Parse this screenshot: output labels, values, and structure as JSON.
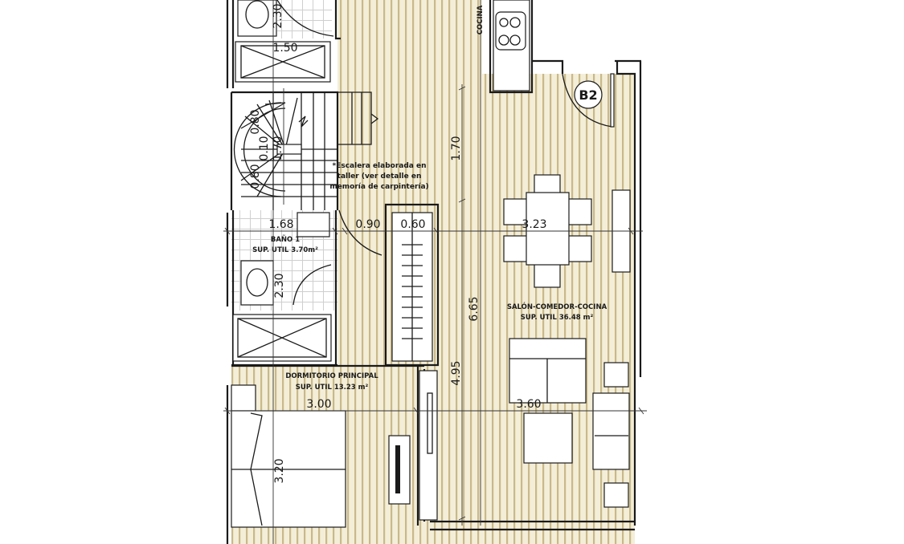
{
  "plan": {
    "unit_tag": "B2",
    "rooms": {
      "living": {
        "name": "SALÓN-COMEDOR-COCINA",
        "area": "SUP. UTIL 36.48 m²"
      },
      "bedroom": {
        "name": "DORMITORIO PRINCIPAL",
        "area": "SUP. UTIL 13.23 m²"
      },
      "bath": {
        "name": "BAÑO 1",
        "area": "SUP. UTIL 3.70m²"
      },
      "kitchen": {
        "name": "COCINA"
      }
    },
    "stair_note": [
      "*Escalera elaborada en",
      "taller (ver detalle en",
      "memoría de carpintería)"
    ],
    "dimensions": {
      "upper_bath_height": "2.30",
      "upper_bath_width": "1.50",
      "stair_a": "0.80",
      "stair_b": "0.10",
      "stair_c": "1.70",
      "stair_d": "0.80",
      "bath_width": "1.68",
      "door_width": "0.90",
      "closet_width": "0.60",
      "bath_height": "2.30",
      "corridor_height": "1.70",
      "dining_width": "3.23",
      "living_height": "6.65",
      "living_lower_height": "4.95",
      "living_width": "3.60",
      "bedroom_width": "3.00",
      "bedroom_height": "3.20"
    },
    "colors": {
      "floor_wood": "#efe6c8",
      "wood_lines": "#c9b98a",
      "walls": "#1a1a1a",
      "tile": "#d6d6d6"
    }
  }
}
